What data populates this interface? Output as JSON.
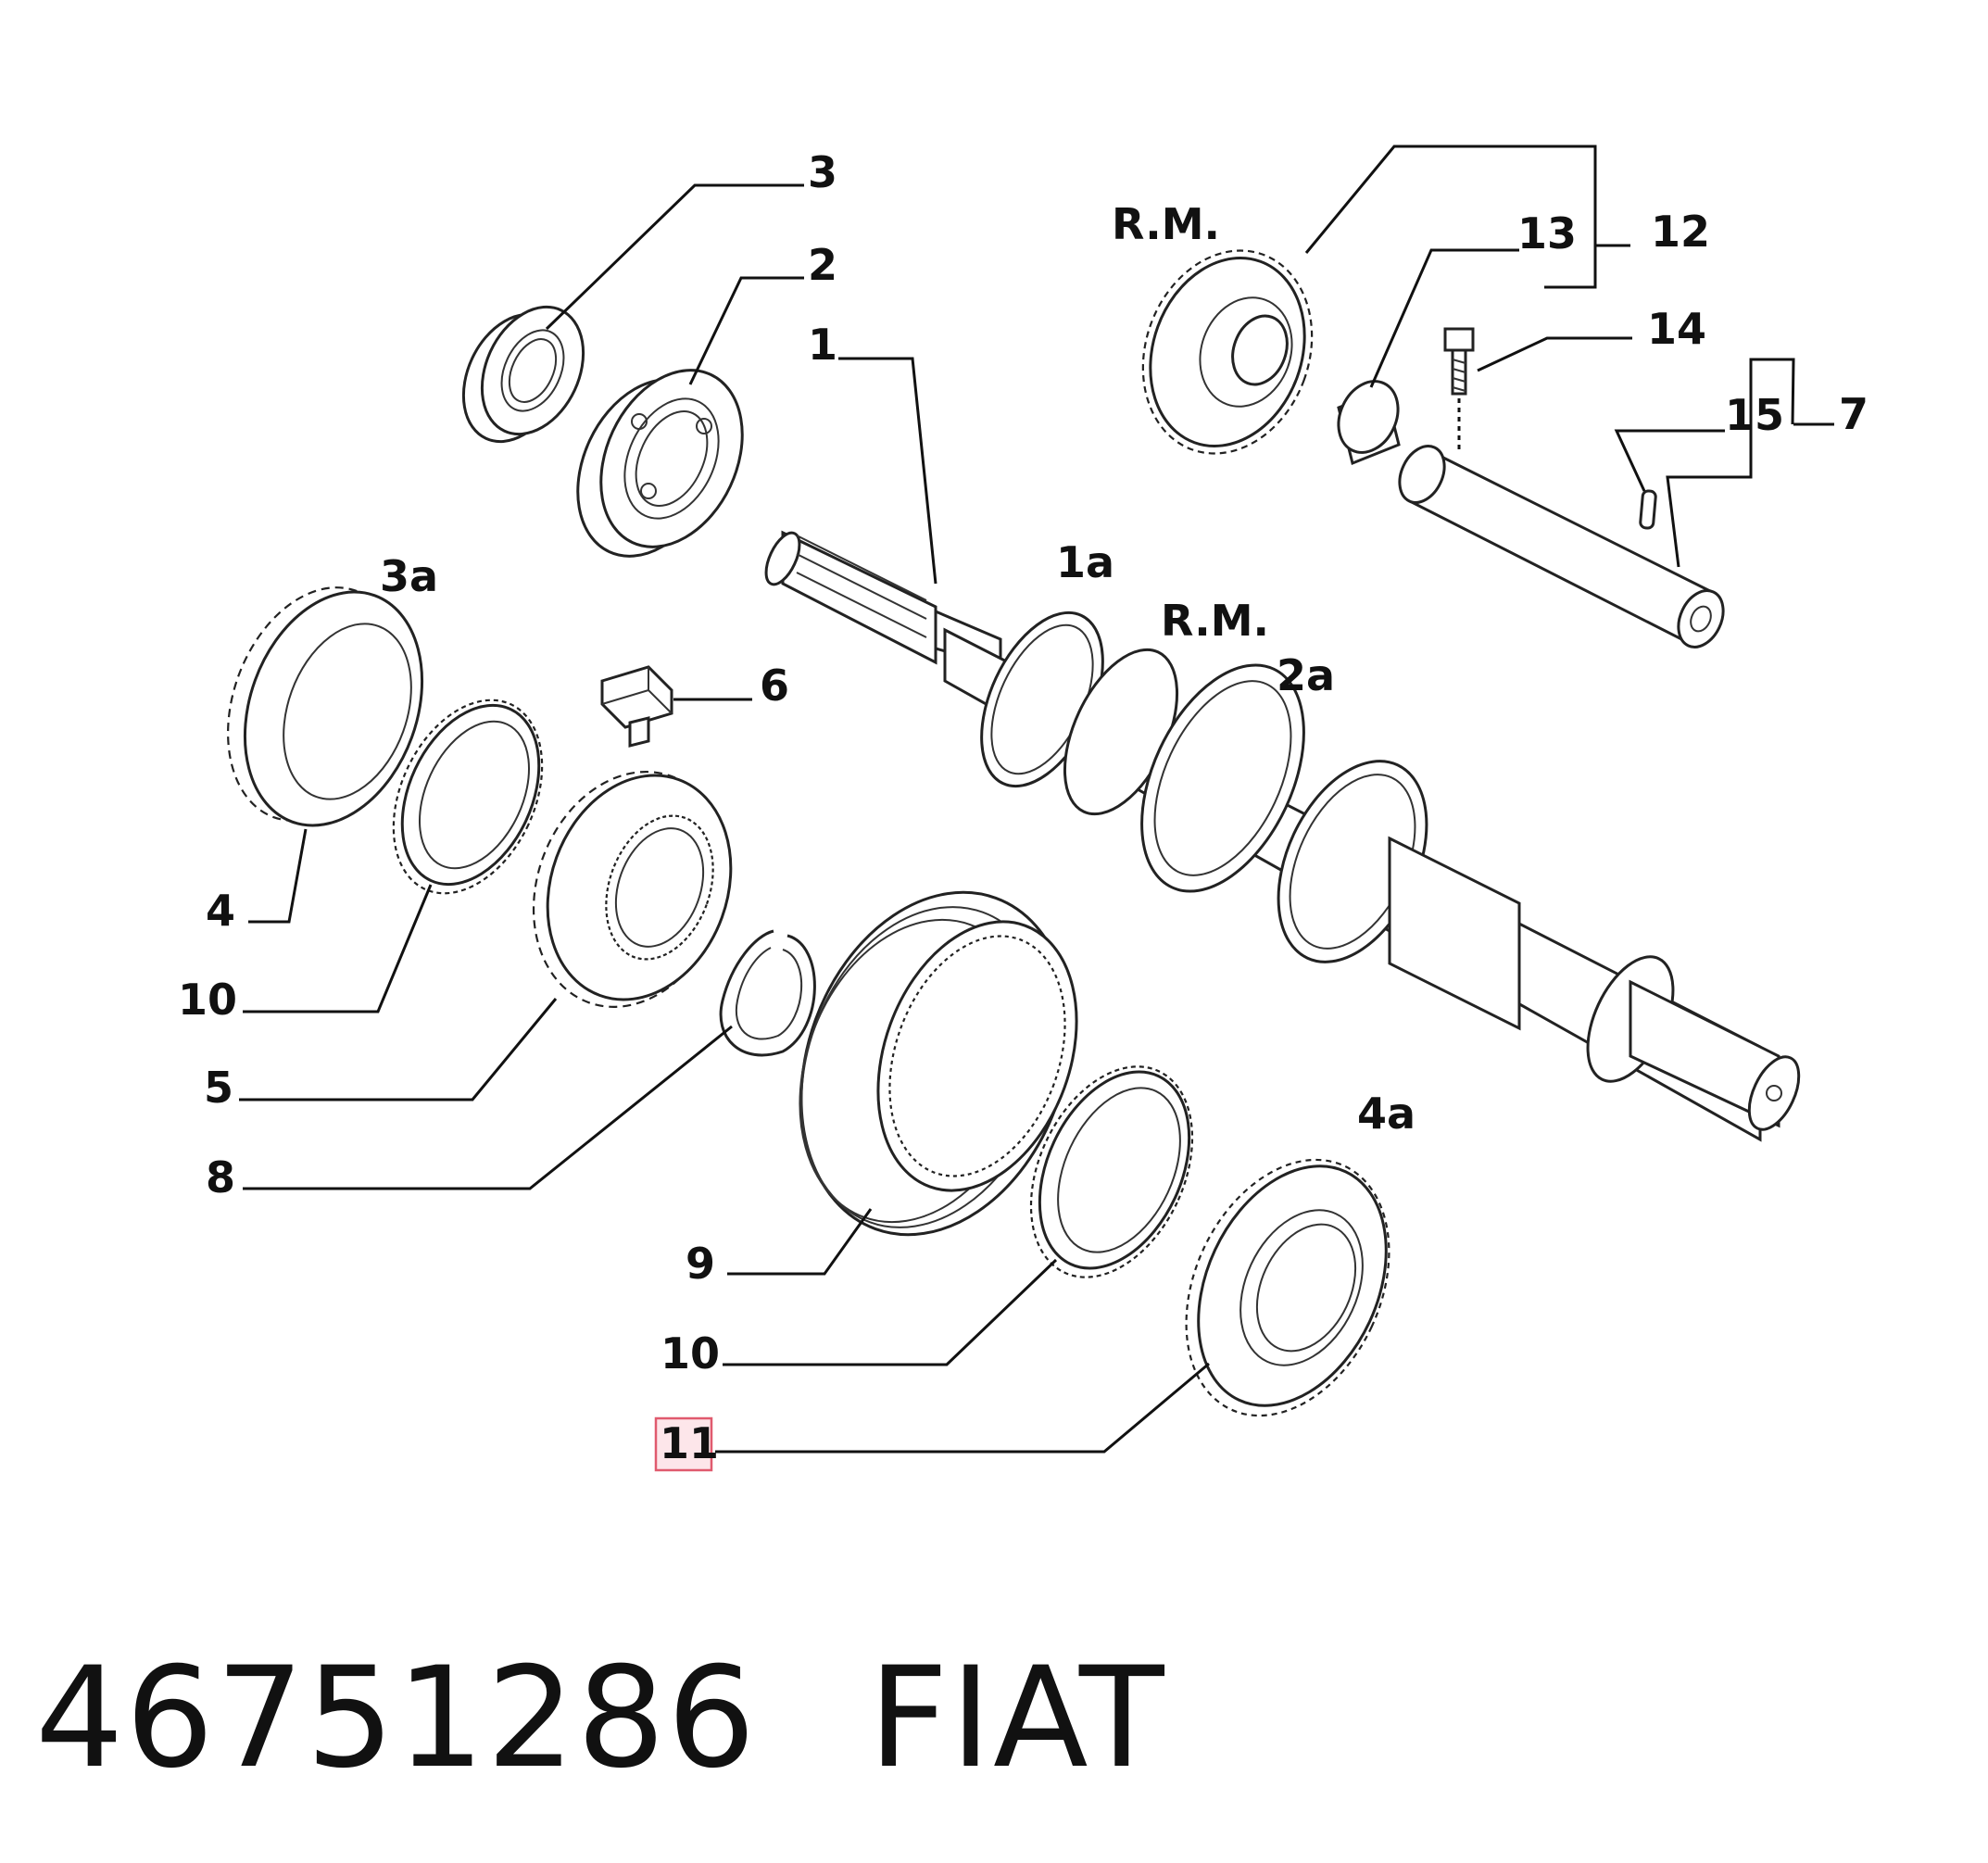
{
  "callouts": {
    "c1": "1",
    "c1a": "1a",
    "c2": "2",
    "c2a": "2a",
    "c3": "3",
    "c3a": "3a",
    "c4": "4",
    "c4a": "4a",
    "c5": "5",
    "c6": "6",
    "c7": "7",
    "c8": "8",
    "c9": "9",
    "c10_left": "10",
    "c10_bottom": "10",
    "c11": "11",
    "c12": "12",
    "c13": "13",
    "c14": "14",
    "c15": "15",
    "rm_top": "R.M.",
    "rm_shaft": "R.M."
  },
  "highlighted_callout": "11",
  "caption": {
    "part_number": "46751286",
    "brand": "FIAT"
  }
}
